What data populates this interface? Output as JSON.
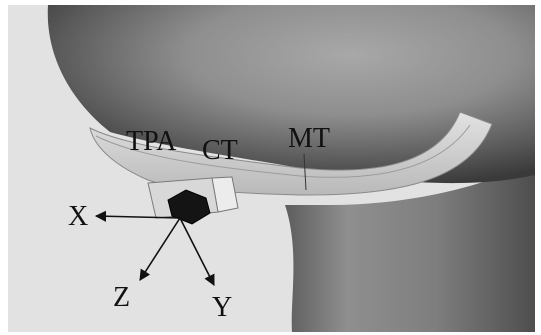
{
  "labels": {
    "tpa": "TPA",
    "ct": "CT",
    "mt": "MT",
    "x": "X",
    "y": "Y",
    "z": "Z"
  },
  "colors": {
    "background": "#ffffff",
    "surface_left": "#e4e4e4",
    "band": "#d2d2d2",
    "sensor": "#141414",
    "text": "#111111"
  }
}
